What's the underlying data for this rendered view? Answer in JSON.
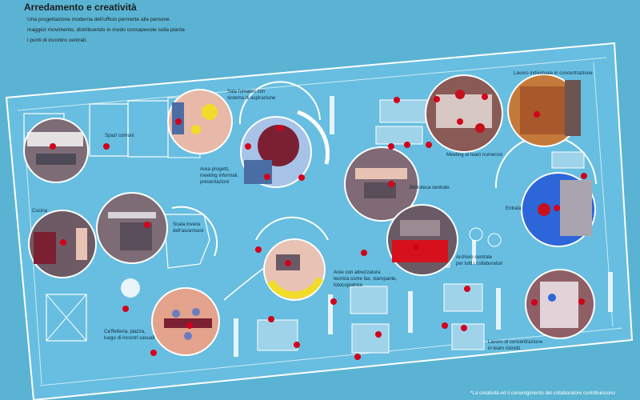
{
  "header": {
    "title": "Arredamento e creatività",
    "intro": [
      "Una progettazione moderna dell'ufficio permette alle persone",
      "maggior movimento, distribuendo in modo consapevole sulla pianta",
      "i punti di incontro centrali."
    ]
  },
  "labels": {
    "spazi_comuni": [
      "Spazi comuni"
    ],
    "sala_fumatori": [
      "Sala fumatori con",
      "sistema di aspirazione"
    ],
    "area_progetti": [
      "Area progetti,",
      "meeting informali,",
      "presentazioni"
    ],
    "lavoro_individuale": [
      "Lavoro individuale in concentrazione"
    ],
    "meeting_team": [
      "Meeting di team numerosi"
    ],
    "biblioteca": [
      "Biblioteca centrale"
    ],
    "entrata": [
      "Entrata"
    ],
    "cucina": [
      "Cucina"
    ],
    "scala": [
      "Scala invece",
      "dell'ascensore"
    ],
    "archivio": [
      "Archivio centrale",
      "per tutti i collaboratori"
    ],
    "aree_attrezzatura": [
      "Aree con attrezzatura",
      "tecnica come fax, stampante,",
      "fotocopiatrice"
    ],
    "caffetteria": [
      "Ca'ffetteria, piazza,",
      "luogo di incontri casuali"
    ],
    "lavoro_team": [
      "Lavoro di concentrazione",
      "in team ristretti"
    ]
  },
  "footer": {
    "note": "*La creatività ed il coinvolgimento del collaboratore contribuiscono"
  },
  "colors": {
    "background": "#5ab3d3",
    "floor": "#67bee0",
    "blueprint_line": "#ffffff",
    "marker": "#d2001b",
    "accent_yellow": "#f2dc2a"
  }
}
